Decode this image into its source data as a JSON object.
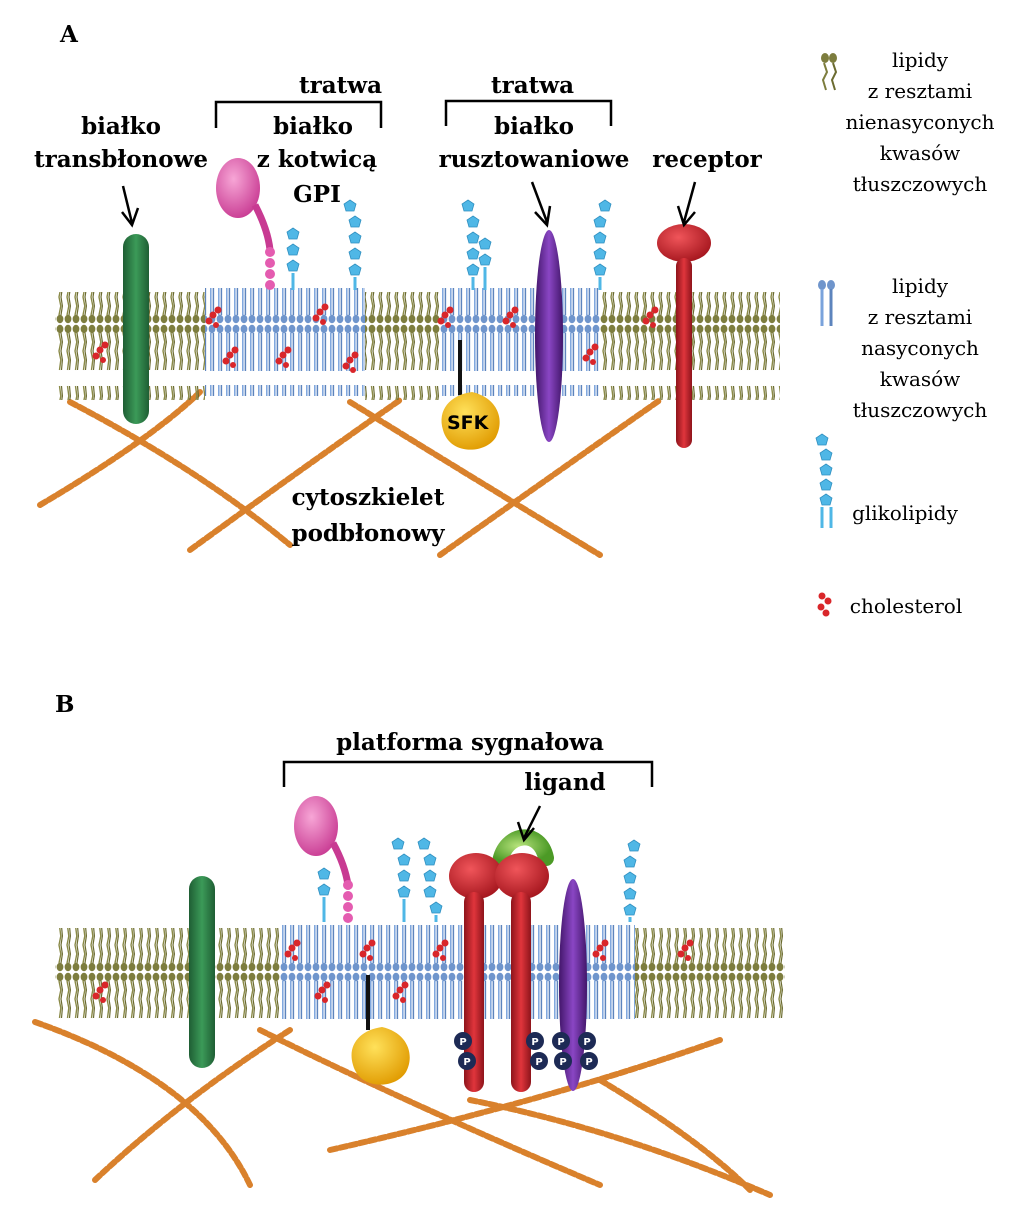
{
  "panel_a": {
    "panel_label": "A",
    "raft_left": "tratwa",
    "raft_right": "tratwa",
    "transmembrane_line1": "białko",
    "transmembrane_line2": "transbłonowe",
    "gpi_line1": "białko",
    "gpi_line2": "z kotwicą",
    "gpi_line3": "GPI",
    "scaffold_line1": "białko",
    "scaffold_line2": "rusztowaniowe",
    "receptor": "receptor",
    "sfk": "SFK",
    "cytoskeleton_line1": "cytoszkielet",
    "cytoskeleton_line2": "podbłonowy"
  },
  "panel_b": {
    "panel_label": "B",
    "platform": "platforma sygnałowa",
    "ligand": "ligand",
    "phospho": "P"
  },
  "legend": {
    "unsaturated": [
      "lipidy",
      "z resztami",
      "nienasyconych",
      "kwasów",
      "tłuszczowych"
    ],
    "saturated": [
      "lipidy",
      "z resztami",
      "nasyconych",
      "kwasów",
      "tłuszczowych"
    ],
    "glycolipids": "glikolipidy",
    "cholesterol": "cholesterol"
  },
  "colors": {
    "unsaturated_lipid": "#7d7d3e",
    "saturated_lipid": "#6f95cc",
    "glycolipid": "#4fb7e6",
    "cholesterol": "#d9262a",
    "transmembrane_protein": "#2e7d47",
    "gpi_protein": "#e45cb0",
    "scaffold_protein": "#6a2d9c",
    "receptor": "#c8262f",
    "sfk": "#f2b20c",
    "ligand": "#7cc24a",
    "cytoskeleton": "#d9812c",
    "phospho": "#1d2a55"
  }
}
